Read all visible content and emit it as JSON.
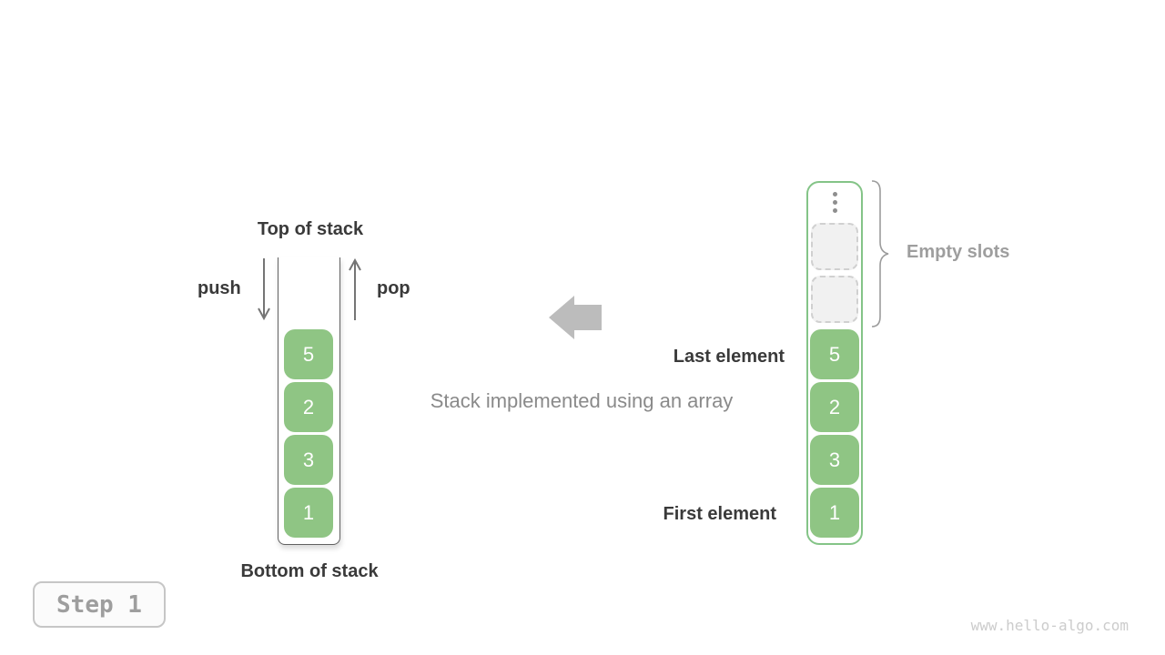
{
  "left_stack": {
    "top_label": "Top of stack",
    "bottom_label": "Bottom of stack",
    "push_label": "push",
    "pop_label": "pop",
    "values": [
      "5",
      "2",
      "3",
      "1"
    ]
  },
  "center": {
    "caption": "Stack implemented using an array",
    "arrow_icon": "left-arrow"
  },
  "right_array": {
    "last_element_label": "Last element",
    "first_element_label": "First element",
    "empty_slots_label": "Empty slots",
    "ellipsis_icon": "vertical-ellipsis",
    "empty_slot_count": 2,
    "values": [
      "5",
      "2",
      "3",
      "1"
    ]
  },
  "footer": {
    "step_label": "Step 1",
    "watermark": "www.hello-algo.com"
  },
  "colors": {
    "page_bg": "#ffffff",
    "cell_green": "#8fc584",
    "array_border_green": "#84c487",
    "dark_text": "#3a3a3a",
    "muted_text": "#8a8a8a",
    "label_gray": "#9e9e9e",
    "big_arrow_gray": "#bcbcbc",
    "stroke_gray": "#757575",
    "watermark_gray": "#cccccc"
  }
}
